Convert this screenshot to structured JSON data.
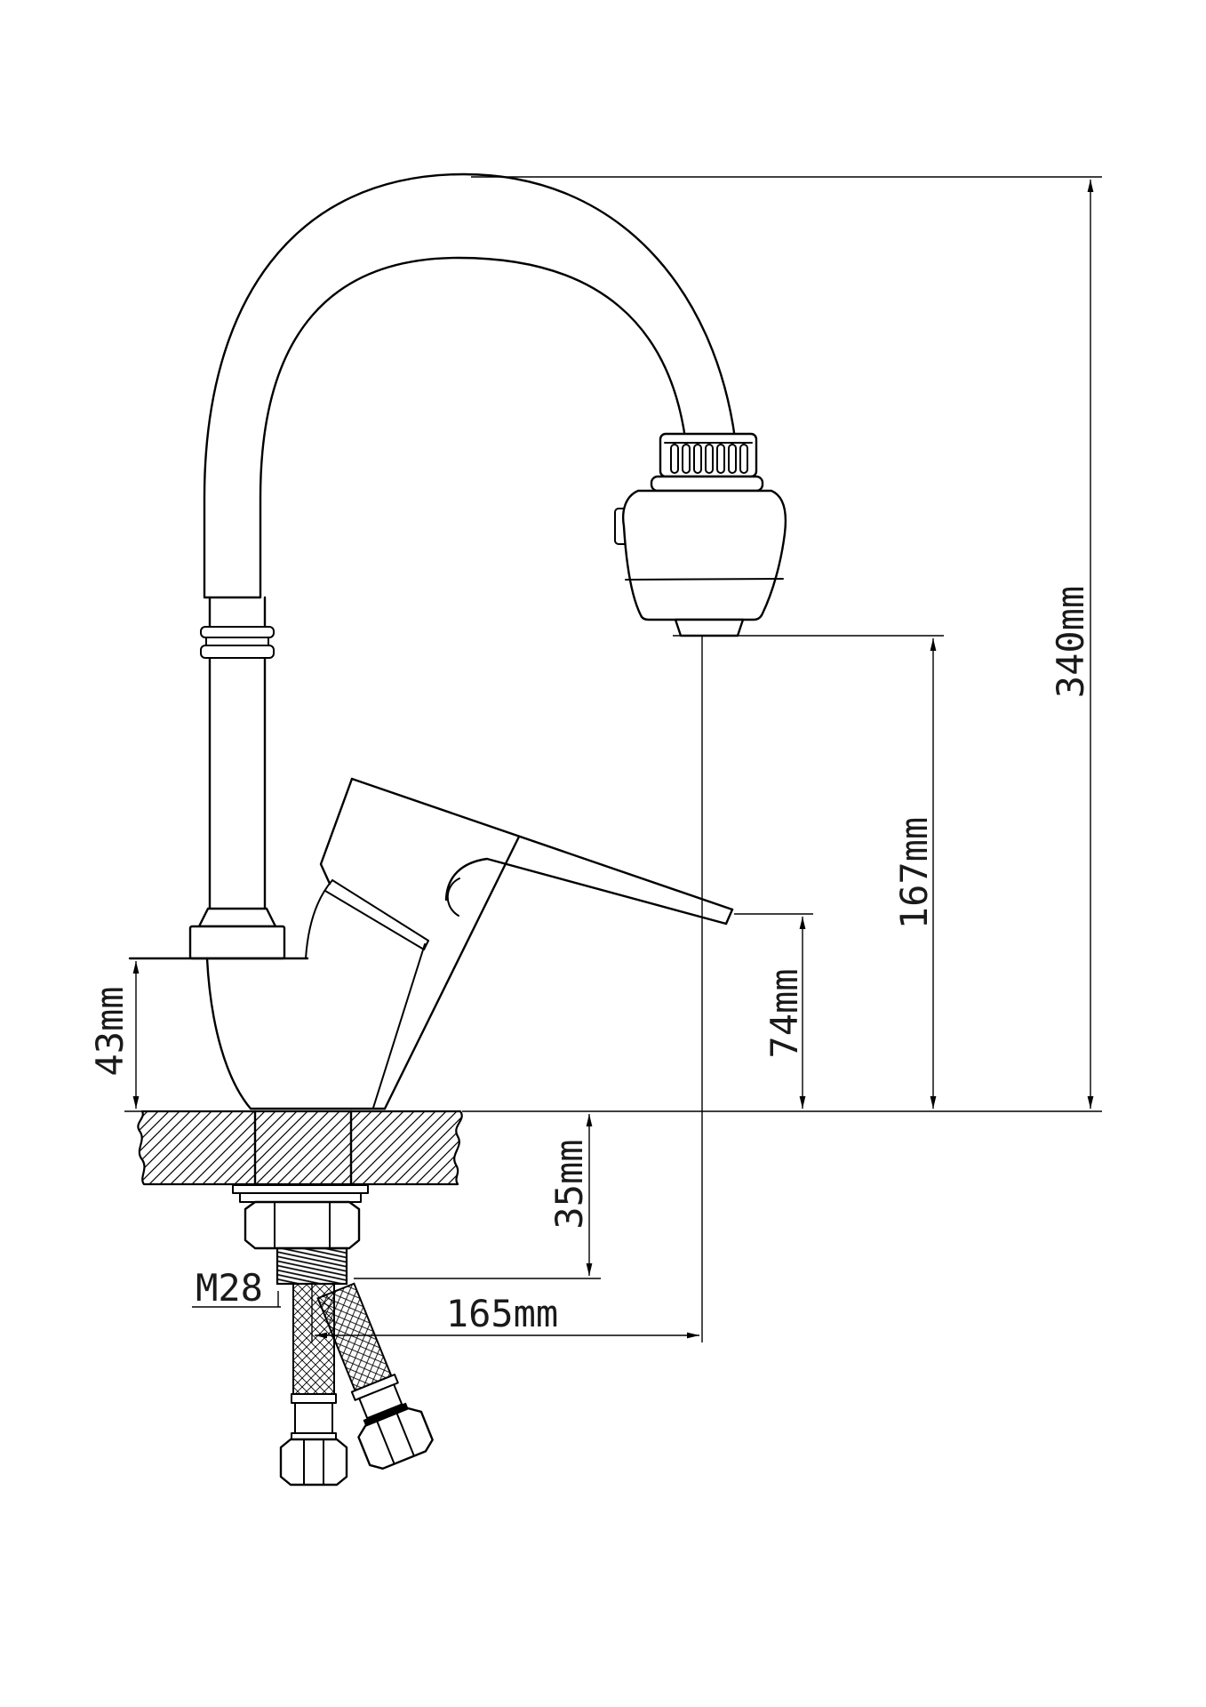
{
  "meta": {
    "title": "Kitchen faucet with flexible spout - side elevation installation drawing",
    "units": "mm",
    "style": "black line CAD drawing on white"
  },
  "colors": {
    "line": "#000000",
    "background": "#ffffff"
  },
  "dims": {
    "overall_height": "340mm",
    "outlet_height": "167mm",
    "handle_height": "74mm",
    "body_height": "43mm",
    "deck_clearance": "35mm",
    "spout_reach": "165mm",
    "thread": "M28"
  }
}
